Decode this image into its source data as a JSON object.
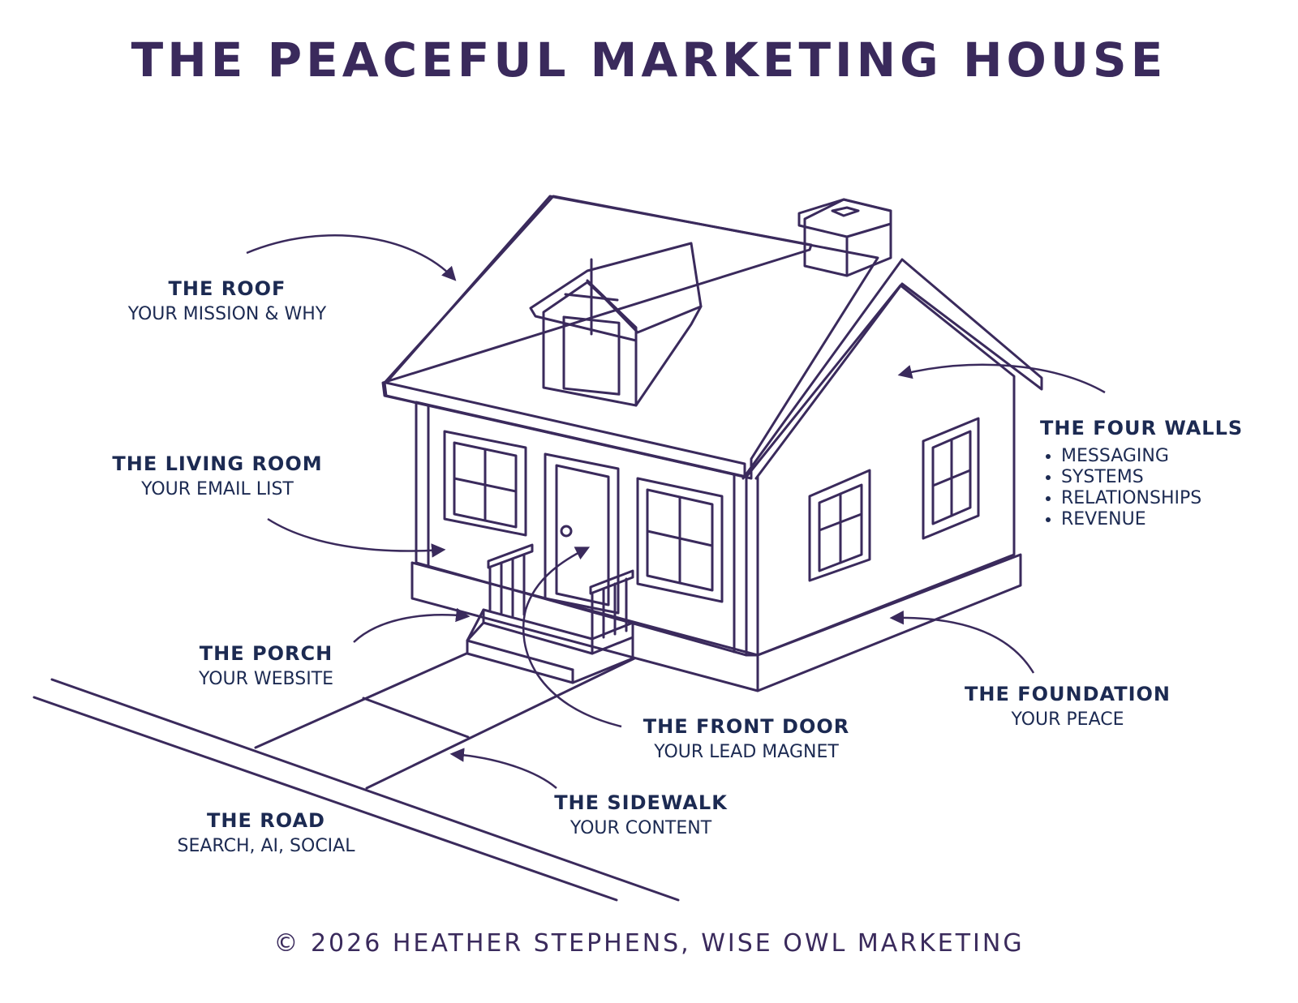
{
  "title": "THE PEACEFUL MARKETING HOUSE",
  "labels": {
    "roof": {
      "heading": "THE ROOF",
      "sub": "YOUR MISSION & WHY"
    },
    "living_room": {
      "heading": "THE LIVING ROOM",
      "sub": "YOUR EMAIL LIST"
    },
    "porch": {
      "heading": "THE PORCH",
      "sub": "YOUR WEBSITE"
    },
    "road": {
      "heading": "THE ROAD",
      "sub": "SEARCH, AI, SOCIAL"
    },
    "sidewalk": {
      "heading": "THE SIDEWALK",
      "sub": "YOUR CONTENT"
    },
    "front_door": {
      "heading": "THE FRONT DOOR",
      "sub": "YOUR LEAD MAGNET"
    },
    "foundation": {
      "heading": "THE FOUNDATION",
      "sub": "YOUR PEACE"
    },
    "four_walls": {
      "heading": "THE FOUR WALLS",
      "items": [
        "MESSAGING",
        "SYSTEMS",
        "RELATIONSHIPS",
        "REVENUE"
      ]
    }
  },
  "colors": {
    "title": "#3a2a5c",
    "line": "#3a2a5c",
    "label": "#1c2a52"
  },
  "footer": "© 2026 HEATHER STEPHENS, WISE OWL MARKETING"
}
